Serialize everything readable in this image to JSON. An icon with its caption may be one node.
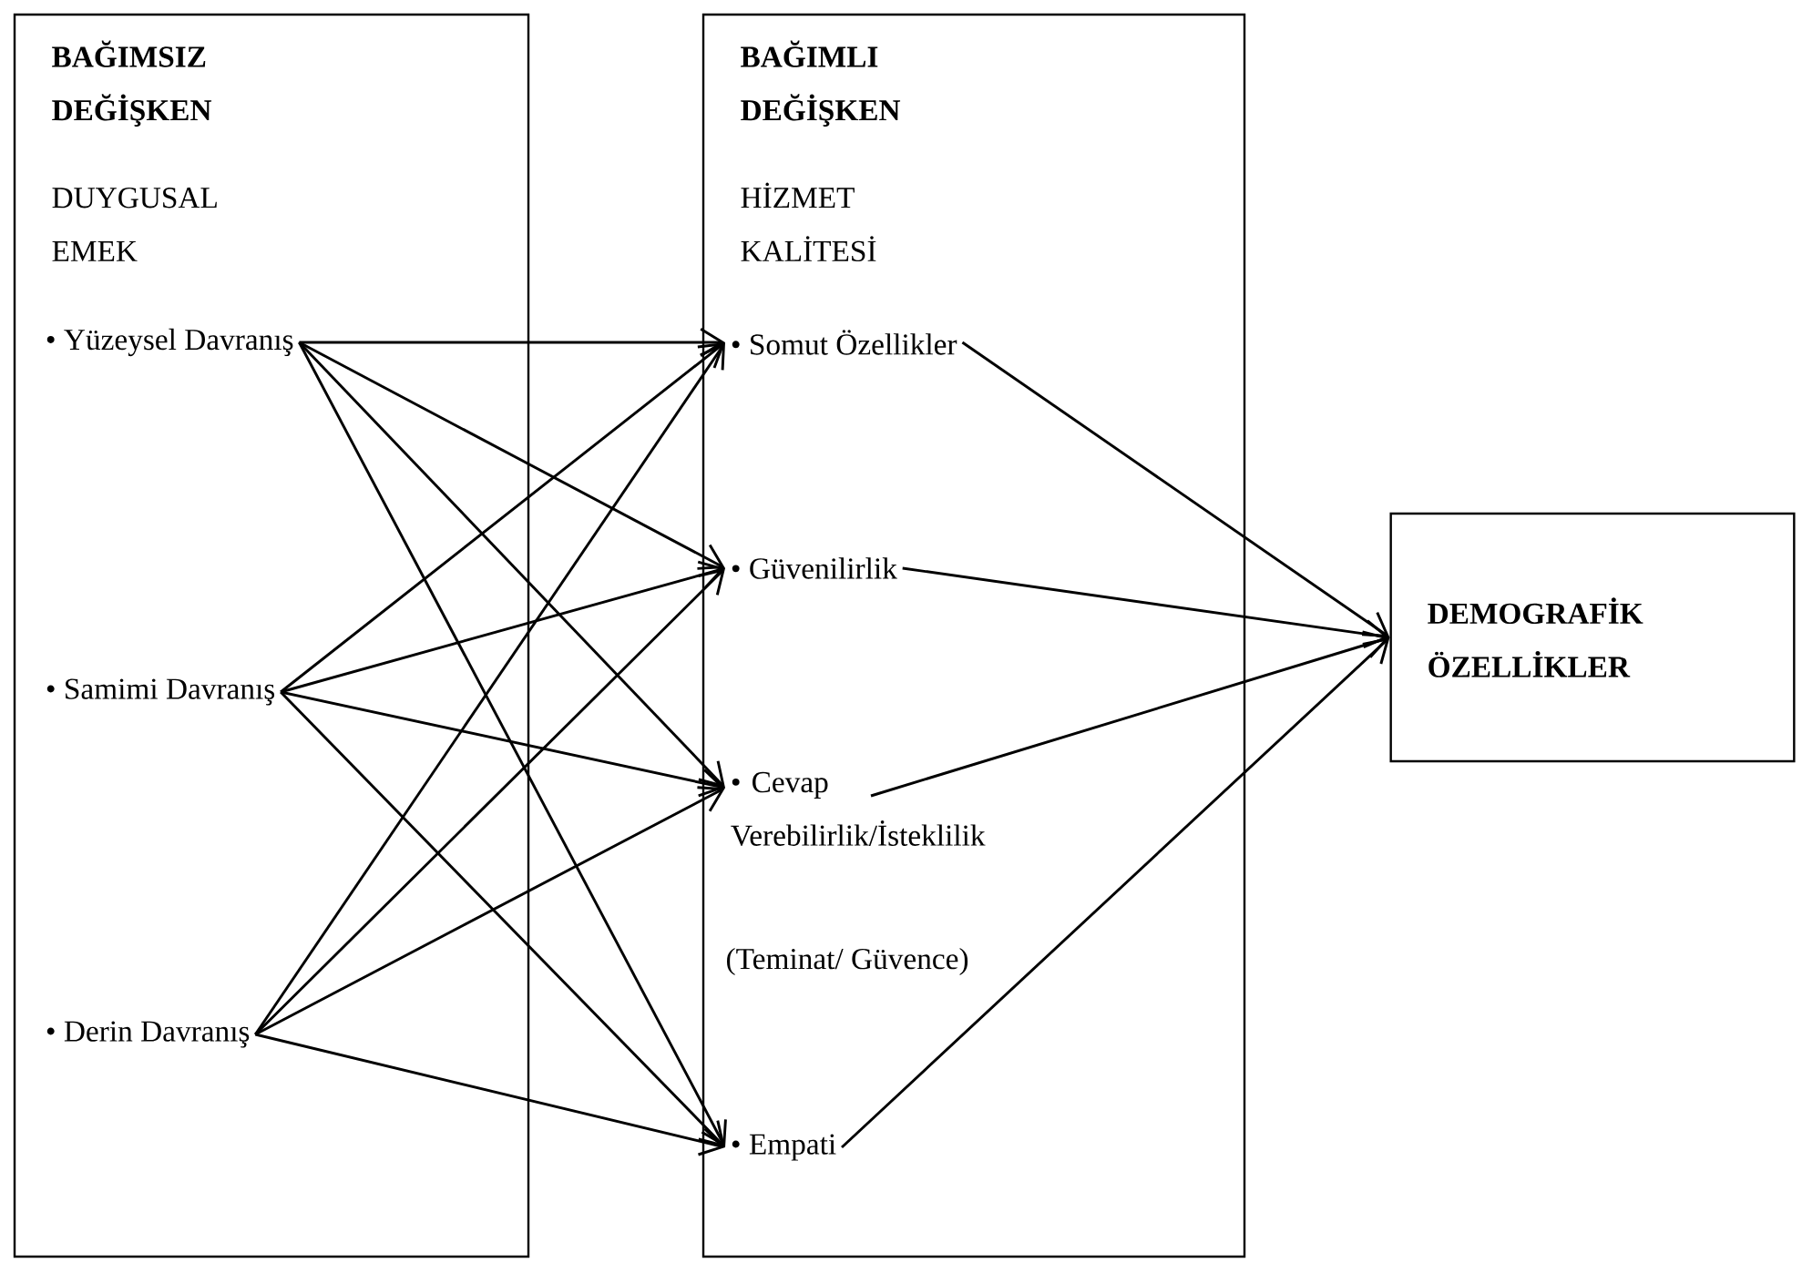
{
  "diagram": {
    "nodes": [
      {
        "text": [
          "BAĞIMSIZ DEĞİŞKEN",
          "DUYGUSAL EMEK"
        ]
      },
      {
        "text": [
          "• Yüzeysel Davranış"
        ],
        "in": 0
      },
      {
        "text": [
          "• Samimi Davranış"
        ],
        "in": 0
      },
      {
        "text": [
          "• Derin Davranış"
        ],
        "in": 0
      },
      {
        "text": [
          "BAĞIMLI DEĞİŞKEN",
          "HİZMET KALİTESİ"
        ]
      },
      {
        "text": [
          "• Somut Özellikler"
        ],
        "in": 4
      },
      {
        "text": [
          "• Güvenilirlik"
        ],
        "in": 4
      },
      {
        "text": [
          "• Cevap Verebilirlik/İsteklilik"
        ],
        "in": 4
      },
      {
        "text": [
          "• Empati"
        ],
        "in": 4
      },
      {
        "text": [
          "DEMOGRAFİK ÖZELLİKLER"
        ]
      }
    ],
    "edges": [
      {
        "from": 1,
        "to": 5,
        "arrow": "to"
      },
      {
        "from": 1,
        "to": 6,
        "arrow": "to"
      },
      {
        "from": 1,
        "to": 7,
        "arrow": "to"
      },
      {
        "from": 1,
        "to": 8,
        "arrow": "to"
      },
      {
        "from": 2,
        "to": 5,
        "arrow": "to"
      },
      {
        "from": 2,
        "to": 6,
        "arrow": "to"
      },
      {
        "from": 2,
        "to": 7,
        "arrow": "to"
      },
      {
        "from": 2,
        "to": 8,
        "arrow": "to"
      },
      {
        "from": 3,
        "to": 5,
        "arrow": "to"
      },
      {
        "from": 3,
        "to": 6,
        "arrow": "to"
      },
      {
        "from": 3,
        "to": 7,
        "arrow": "to"
      },
      {
        "from": 3,
        "to": 8,
        "arrow": "to"
      },
      {
        "from": 5,
        "to": 9,
        "arrow": "to"
      },
      {
        "from": 6,
        "to": 9,
        "arrow": "to"
      },
      {
        "from": 7,
        "to": 9,
        "arrow": "to"
      },
      {
        "from": 8,
        "to": 9,
        "arrow": "to"
      }
    ],
    "labels": [
      "(Teminat/ Güvence)"
    ]
  }
}
